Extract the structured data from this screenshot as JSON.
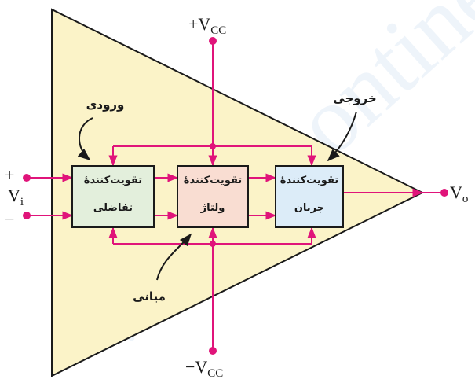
{
  "colors": {
    "triangle_fill": "#fbf3c8",
    "wire": "#e0147a",
    "input_block": "#e3efdc",
    "middle_block": "#f9ddd2",
    "output_block": "#dcecf8"
  },
  "supply": {
    "positive": {
      "main": "+V",
      "sub": "CC"
    },
    "negative": {
      "main": "−V",
      "sub": "CC"
    }
  },
  "inputs": {
    "plus_sign": "+",
    "minus_sign": "−",
    "label": {
      "main": "V",
      "sub": "i"
    }
  },
  "output": {
    "label": {
      "main": "V",
      "sub": "o"
    }
  },
  "blocks": [
    {
      "line1": "تقویت‌کنندهٔ",
      "line2": "تفاضلی"
    },
    {
      "line1": "تقویت‌کنندهٔ",
      "line2": "ولتاژ"
    },
    {
      "line1": "تقویت‌کنندهٔ",
      "line2": "جریان"
    }
  ],
  "notes": {
    "input_stage": "ورودی",
    "output_stage": "خروجی",
    "middle_stage": "میانی"
  },
  "watermark": "www.tcontinent"
}
